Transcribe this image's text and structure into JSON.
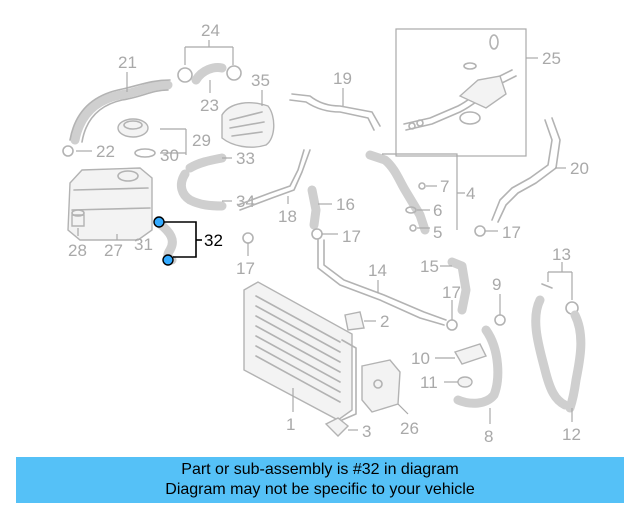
{
  "callouts": {
    "c1": "1",
    "c2": "2",
    "c3": "3",
    "c4": "4",
    "c5": "5",
    "c6": "6",
    "c7": "7",
    "c8": "8",
    "c9": "9",
    "c10": "10",
    "c11": "11",
    "c12": "12",
    "c13": "13",
    "c14": "14",
    "c15": "15",
    "c16": "16",
    "c17a": "17",
    "c17b": "17",
    "c17c": "17",
    "c17d": "17",
    "c18": "18",
    "c19": "19",
    "c20": "20",
    "c21": "21",
    "c22": "22",
    "c23": "23",
    "c24": "24",
    "c25": "25",
    "c26": "26",
    "c27": "27",
    "c28": "28",
    "c29": "29",
    "c30": "30",
    "c31": "31",
    "c32": "32",
    "c33": "33",
    "c34": "34",
    "c35": "35"
  },
  "highlight_color": "#33aaff",
  "caption": {
    "line1": "Part or sub-assembly is #32 in diagram",
    "line2": "Diagram may not be specific to your vehicle",
    "background": "#55c1f7"
  }
}
